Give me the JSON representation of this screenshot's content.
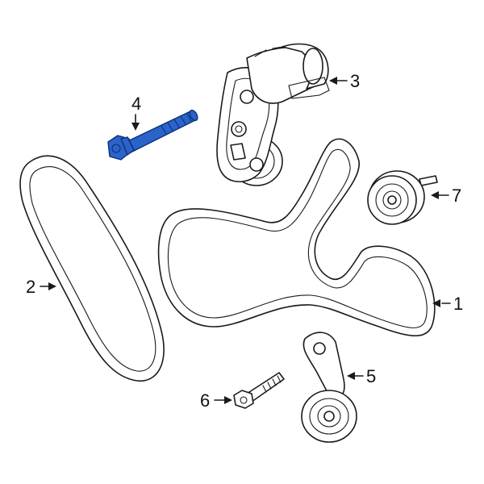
{
  "diagram": {
    "callouts": [
      {
        "id": "belt-main",
        "number": "1"
      },
      {
        "id": "belt-small",
        "number": "2"
      },
      {
        "id": "tensioner-assembly",
        "number": "3"
      },
      {
        "id": "tensioner-bolt",
        "number": "4"
      },
      {
        "id": "idler-pulley-lower",
        "number": "5"
      },
      {
        "id": "idler-bolt",
        "number": "6"
      },
      {
        "id": "idler-pulley-upper",
        "number": "7"
      }
    ],
    "highlighted_part": "4",
    "colors": {
      "highlight": "#2a63c9",
      "line": "#1a1a1a",
      "background": "#ffffff"
    }
  }
}
